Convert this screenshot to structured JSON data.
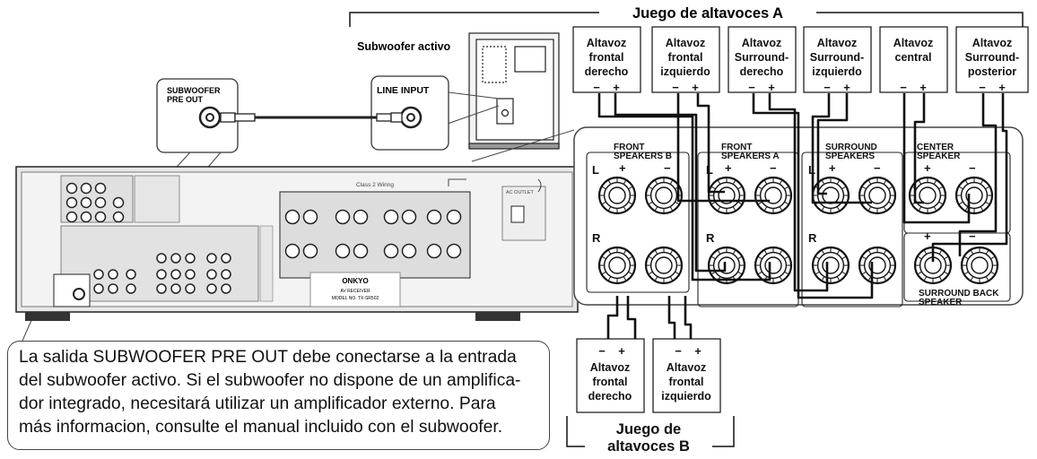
{
  "group_a": {
    "title": "Juego de altavoces A"
  },
  "group_b": {
    "title_line1": "Juego de",
    "title_line2": "altavoces B"
  },
  "subwoofer": {
    "label": "Subwoofer activo",
    "input_label": "LINE INPUT"
  },
  "receiver_callout": {
    "line1": "SUBWOOFER",
    "line2": "PRE OUT"
  },
  "speakers_a": [
    {
      "lines": [
        "Altavoz",
        "frontal",
        "derecho"
      ]
    },
    {
      "lines": [
        "Altavoz",
        "frontal",
        "izquierdo"
      ]
    },
    {
      "lines": [
        "Altavoz",
        "Surround-",
        "derecho"
      ]
    },
    {
      "lines": [
        "Altavoz",
        "Surround-",
        "izquierdo"
      ]
    },
    {
      "lines": [
        "Altavoz",
        "central"
      ]
    },
    {
      "lines": [
        "Altavoz",
        "Surround-",
        "posterior"
      ]
    }
  ],
  "speakers_b": [
    {
      "lines": [
        "Altavoz",
        "frontal",
        "derecho"
      ]
    },
    {
      "lines": [
        "Altavoz",
        "frontal",
        "izquierdo"
      ]
    }
  ],
  "polarity": {
    "minus": "−",
    "plus": "+"
  },
  "terminals": {
    "front_b": [
      "FRONT",
      "SPEAKERS B"
    ],
    "front_a": [
      "FRONT",
      "SPEAKERS A"
    ],
    "surround": [
      "SURROUND",
      "SPEAKERS"
    ],
    "center": [
      "CENTER",
      "SPEAKER"
    ],
    "surround_back": [
      "SURROUND BACK",
      "SPEAKER"
    ],
    "left": "L",
    "right": "R"
  },
  "receiver_panel": {
    "brand": "ONKYO",
    "model_line1": "AV RECEIVER",
    "model_line2": "MODEL NO. TX-SR502",
    "class_wiring": "Class 2 Wiring",
    "ac_outlet": "AC OUTLET"
  },
  "caption": {
    "lines": [
      "La salida SUBWOOFER PRE OUT debe conectarse a la entrada",
      "del subwoofer activo. Si el subwoofer no dispone de un amplifica-",
      "dor integrado, necesitará utilizar un amplificador externo. Para",
      "más informacion, consulte el manual incluido con el subwoofer."
    ]
  }
}
